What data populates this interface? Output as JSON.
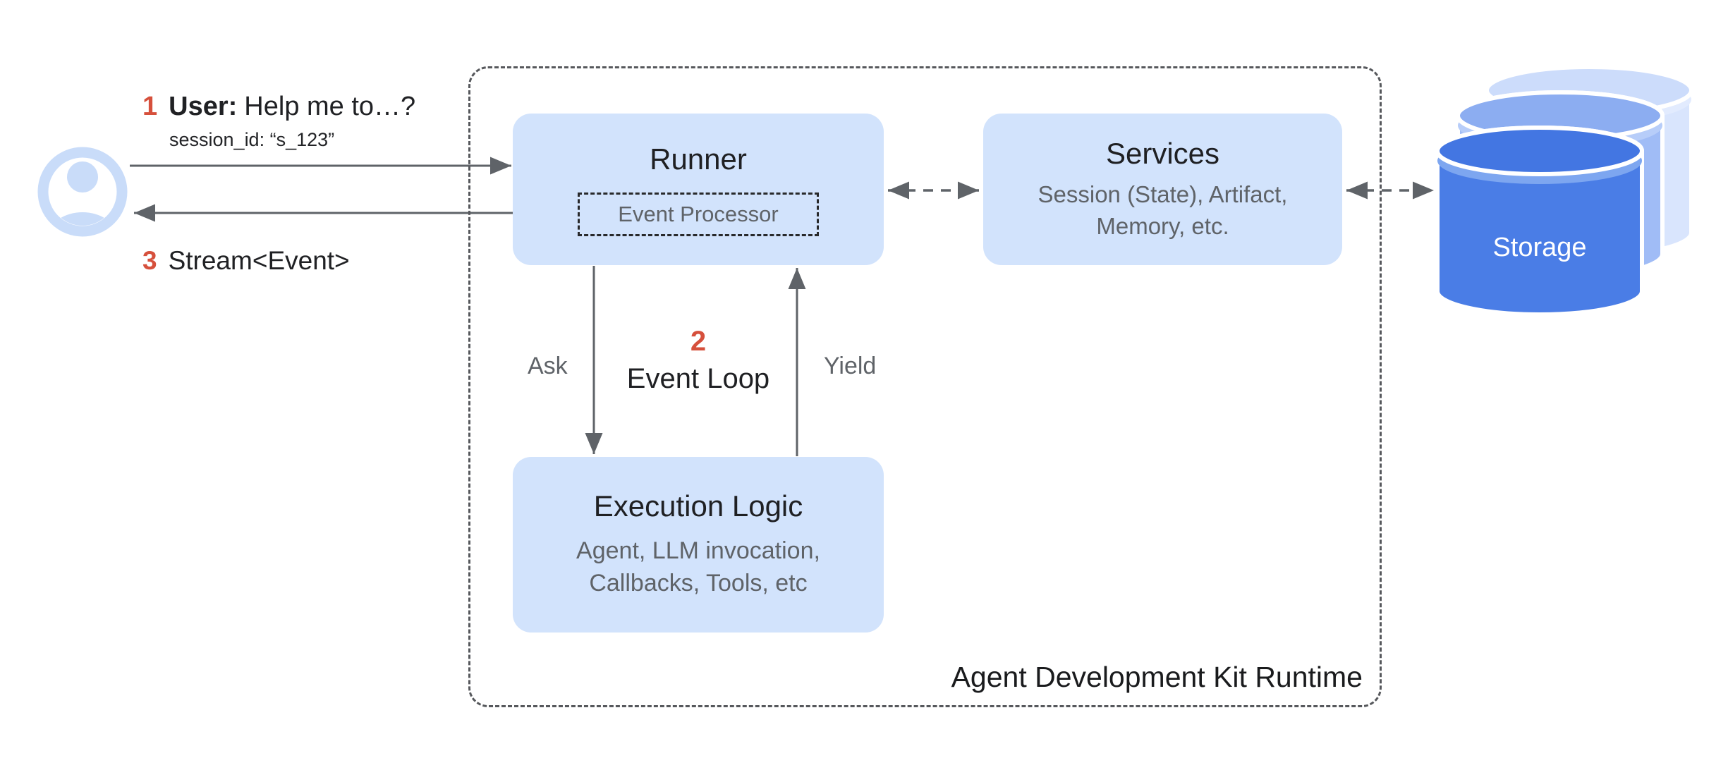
{
  "container": {
    "label": "Agent Development Kit Runtime"
  },
  "steps": {
    "one": {
      "num": "1",
      "actor": "User:",
      "message": "Help me to…?",
      "session": "session_id: “s_123”"
    },
    "two": {
      "num": "2",
      "label": "Event Loop"
    },
    "three": {
      "num": "3",
      "label": "Stream<Event>"
    }
  },
  "edges": {
    "ask": "Ask",
    "yield": "Yield"
  },
  "nodes": {
    "runner": {
      "title": "Runner",
      "inner": "Event Processor"
    },
    "services": {
      "title": "Services",
      "subtitle": "Session (State), Artifact,\nMemory, etc."
    },
    "execution": {
      "title": "Execution Logic",
      "subtitle": "Agent, LLM invocation,\nCallbacks, Tools, etc"
    },
    "storage": {
      "title": "Storage"
    }
  },
  "colors": {
    "accent_red": "#d6503c",
    "node_blue": "#d2e3fc",
    "storage_blue": "#4a7de6",
    "storage_mid_blue": "#a0bcf6",
    "storage_light_blue": "#d9e5fd",
    "arrow_gray": "#5f6368",
    "text_dark": "#202124",
    "text_gray": "#5f6368"
  }
}
